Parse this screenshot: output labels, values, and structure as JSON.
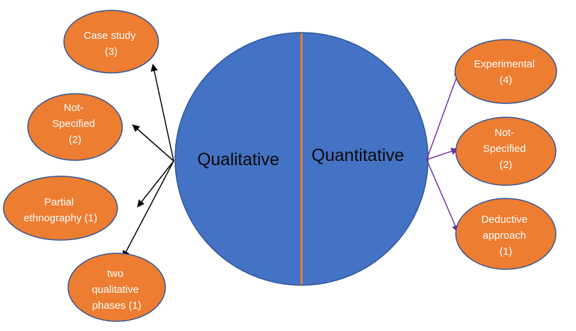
{
  "colors": {
    "circle_fill": "#4472C4",
    "circle_stroke": "#2F5597",
    "divider": "#ED7D31",
    "ellipse_fill": "#ED7D31",
    "ellipse_stroke": "#2F5597",
    "left_arrow": "#000000",
    "right_arrow": "#7030A0"
  },
  "center": {
    "left_label": "Qualitative",
    "right_label": "Quantitative"
  },
  "left_nodes": [
    {
      "lines": [
        "Case study",
        "(3)"
      ]
    },
    {
      "lines": [
        "Not-",
        "Specified",
        "(2)"
      ]
    },
    {
      "lines": [
        "Partial",
        "ethnography (1)"
      ]
    },
    {
      "lines": [
        "two",
        "qualitative",
        "phases (1)"
      ]
    }
  ],
  "right_nodes": [
    {
      "lines": [
        "Experimental",
        "(4)"
      ]
    },
    {
      "lines": [
        "Not-",
        "Specified",
        "(2)"
      ]
    },
    {
      "lines": [
        "Deductive",
        "approach",
        "(1)"
      ]
    }
  ]
}
